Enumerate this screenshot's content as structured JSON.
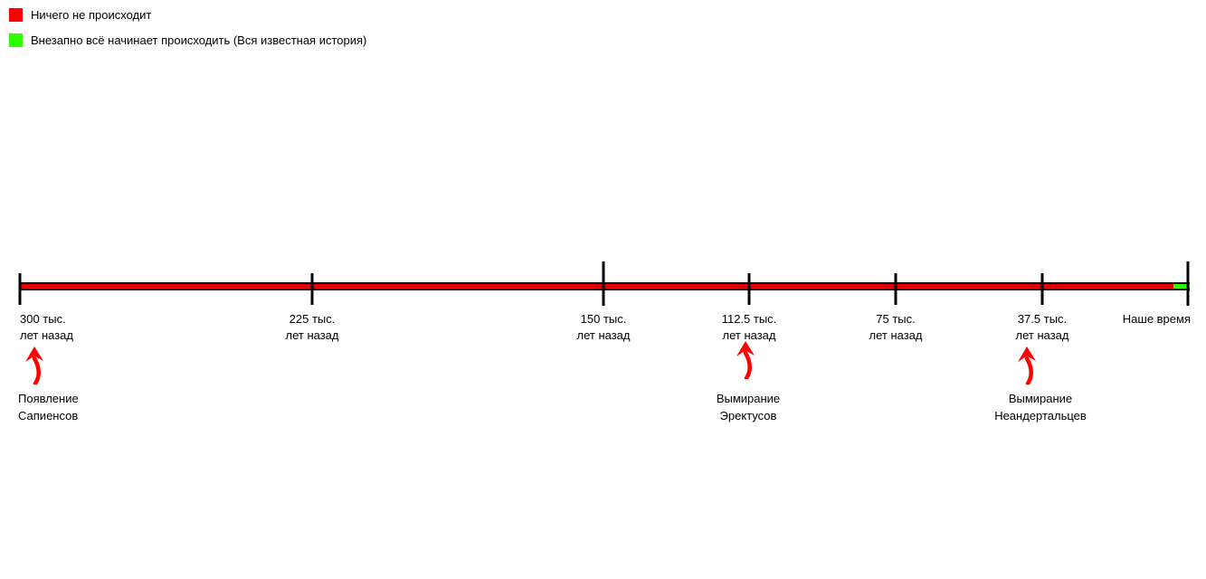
{
  "legend": {
    "items": [
      {
        "color": "#ff0000",
        "label": "Ничего не происходит"
      },
      {
        "color": "#2bff00",
        "label": "Внезапно всё начинает происходить (Вся известная история)"
      }
    ]
  },
  "timeline": {
    "bar_color_main": "#e60000",
    "bar_color_end": "#2bff00",
    "arrow_color": "#ff0000",
    "ticks": [
      {
        "line1": "300 тыс.",
        "line2": "лет назад"
      },
      {
        "line1": "225 тыс.",
        "line2": "лет назад"
      },
      {
        "line1": "150 тыс.",
        "line2": "лет назад"
      },
      {
        "line1": "112.5 тыс.",
        "line2": "лет назад"
      },
      {
        "line1": "75 тыс.",
        "line2": "лет назад"
      },
      {
        "line1": "37.5 тыс.",
        "line2": "лет назад"
      },
      {
        "line1": "Наше время",
        "line2": ""
      }
    ],
    "events": [
      {
        "line1": "Появление",
        "line2": "Сапиенсов"
      },
      {
        "line1": "Вымирание",
        "line2": "Эректусов"
      },
      {
        "line1": "Вымирание",
        "line2": "Неандертальцев"
      }
    ]
  }
}
